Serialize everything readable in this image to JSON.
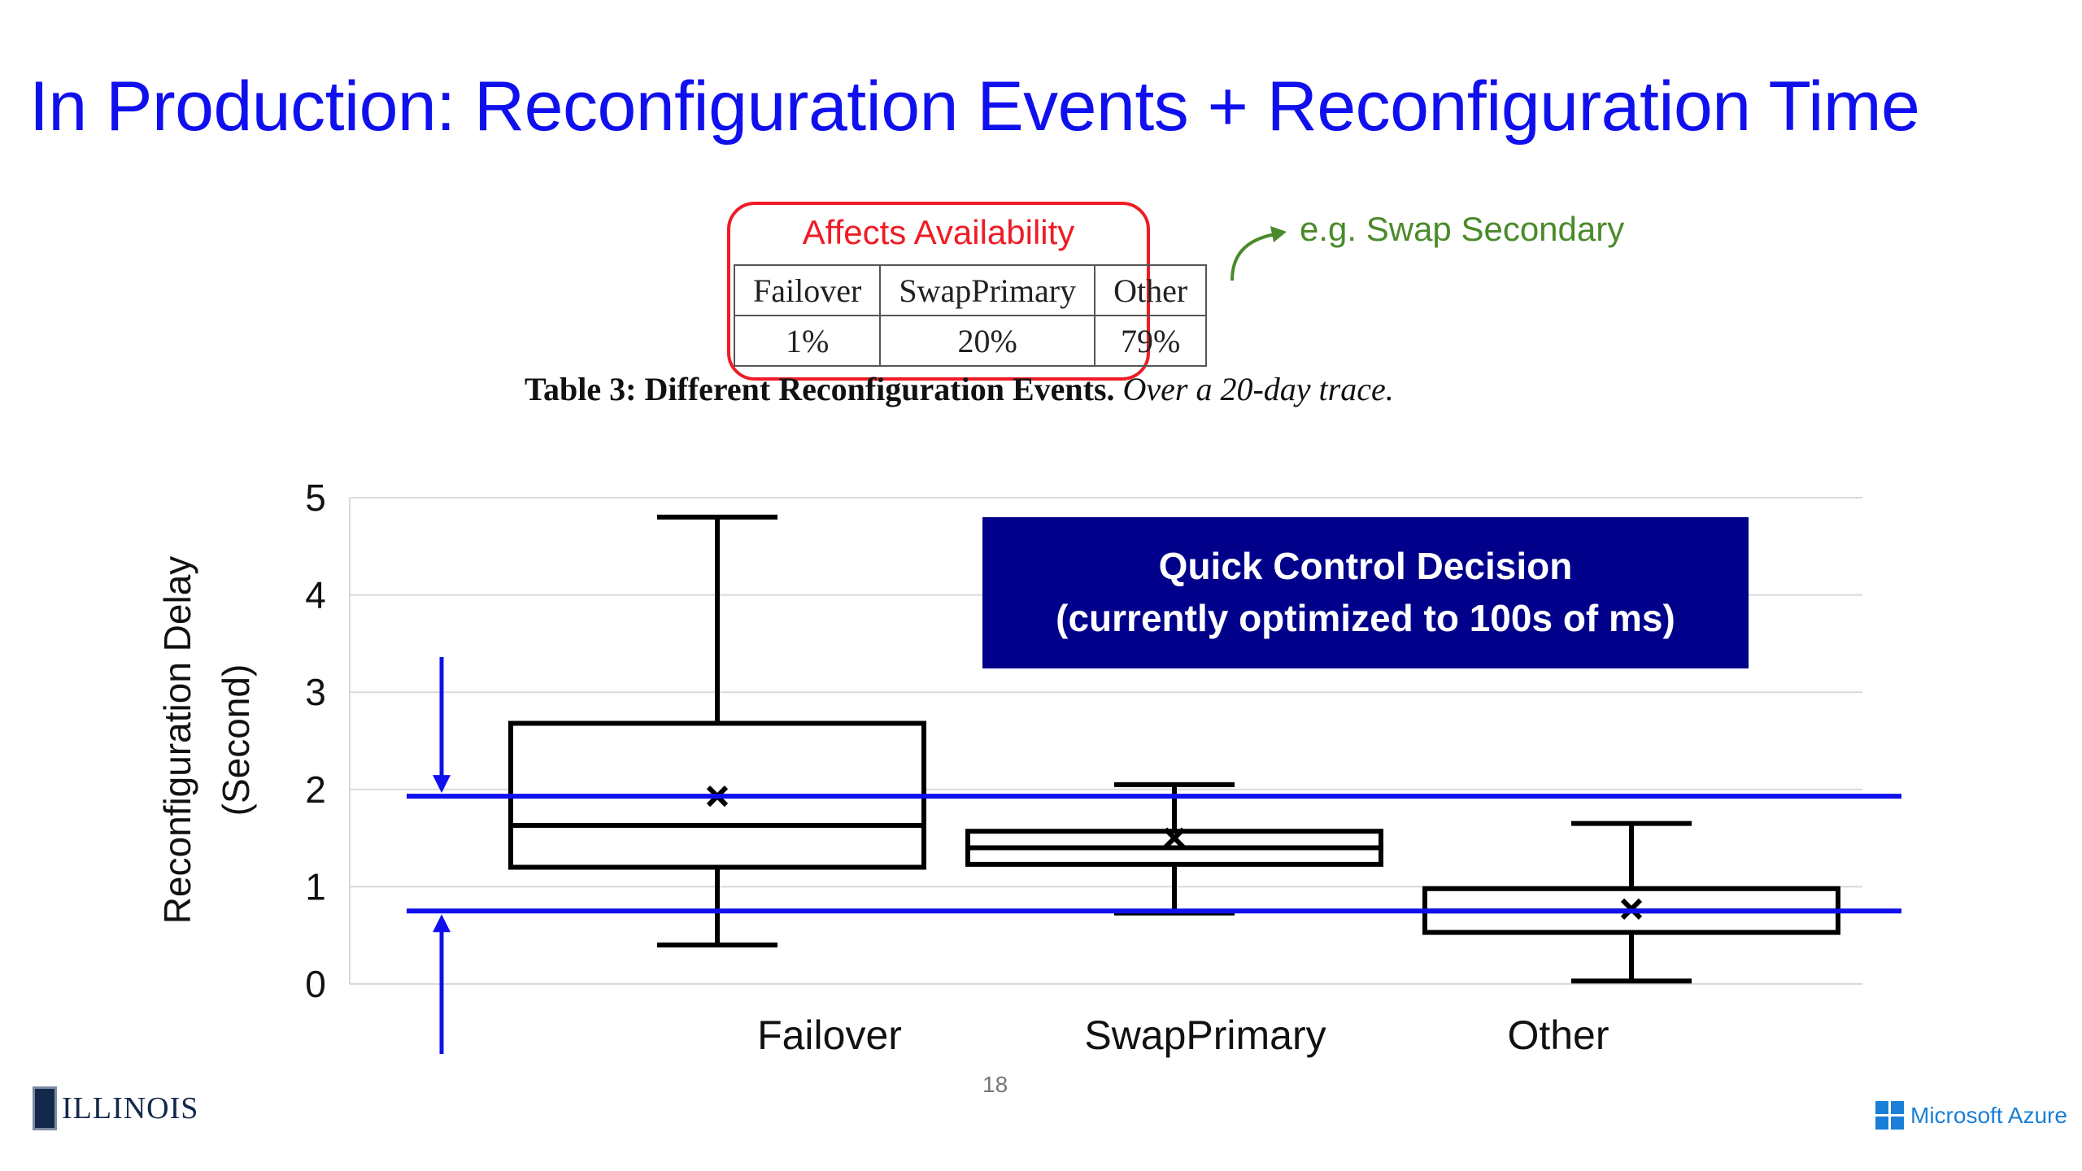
{
  "slide": {
    "title": "In Production: Reconfiguration Events + Reconfiguration Time",
    "page_number": "18"
  },
  "table": {
    "highlight_label": "Affects Availability",
    "note": "e.g. Swap Secondary",
    "headers": [
      "Failover",
      "SwapPrimary",
      "Other"
    ],
    "values": [
      "1%",
      "20%",
      "79%"
    ],
    "caption_bold": "Table 3: Different Reconfiguration Events.",
    "caption_italic": "Over a 20-day trace."
  },
  "callout": {
    "line1": "Quick Control Decision",
    "line2": "(currently optimized to 100s of ms)"
  },
  "logos": {
    "illinois": "ILLINOIS",
    "azure": "Microsoft Azure"
  },
  "colors": {
    "title": "#1010ee",
    "reference_lines": "#1010ee",
    "highlight": "#ee1c25",
    "note": "#4a8a2a",
    "callout_bg": "#00008b"
  },
  "chart_data": {
    "type": "box",
    "categories": [
      "Failover",
      "SwapPrimary",
      "Other"
    ],
    "ylabel": "Reconfiguration Delay (Second)",
    "ylabel_lines": [
      "Reconfiguration Delay",
      "(Second)"
    ],
    "ylim": [
      0,
      5
    ],
    "yticks": [
      0,
      1,
      2,
      3,
      4,
      5
    ],
    "grid": true,
    "boxes": [
      {
        "category": "Failover",
        "min": 0.4,
        "q1": 1.2,
        "median": 1.63,
        "q3": 2.68,
        "max": 4.8,
        "mean": 1.93
      },
      {
        "category": "SwapPrimary",
        "min": 0.73,
        "q1": 1.23,
        "median": 1.4,
        "q3": 1.57,
        "max": 2.05,
        "mean": 1.5
      },
      {
        "category": "Other",
        "min": 0.03,
        "q1": 0.53,
        "median": 0.75,
        "q3": 0.98,
        "max": 1.65,
        "mean": 0.77
      }
    ],
    "reference_lines": [
      1.93,
      0.75
    ]
  }
}
